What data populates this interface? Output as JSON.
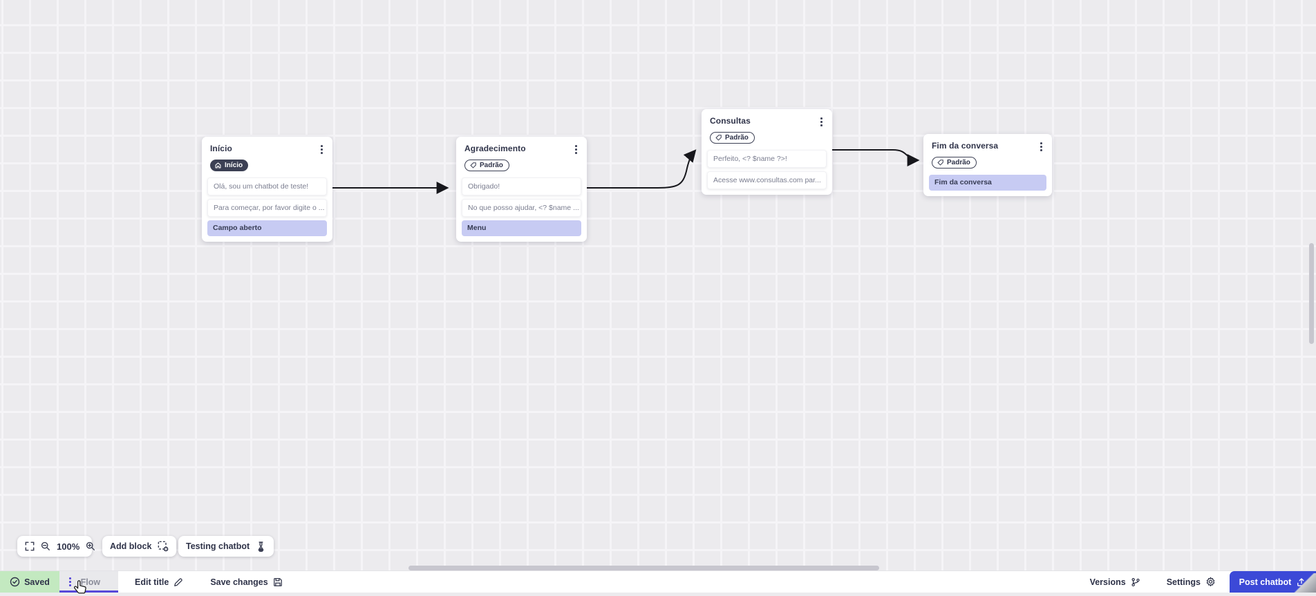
{
  "canvas": {
    "nodes": [
      {
        "title": "Início",
        "badge": "Início",
        "badge_type": "start",
        "rows": [
          {
            "type": "message",
            "text": "Olá, sou um chatbot de teste!"
          },
          {
            "type": "message",
            "text": "Para começar, por favor digite o ..."
          },
          {
            "type": "highlight",
            "text": "Campo aberto"
          }
        ]
      },
      {
        "title": "Agradecimento",
        "badge": "Padrão",
        "badge_type": "default",
        "rows": [
          {
            "type": "message",
            "text": "Obrigado!"
          },
          {
            "type": "message",
            "text": "No que posso ajudar, <? $name ..."
          },
          {
            "type": "highlight",
            "text": "Menu"
          }
        ]
      },
      {
        "title": "Consultas",
        "badge": "Padrão",
        "badge_type": "default",
        "rows": [
          {
            "type": "message",
            "text": "Perfeito, <? $name ?>!"
          },
          {
            "type": "message",
            "text": "Acesse www.consultas.com par..."
          }
        ]
      },
      {
        "title": "Fim da conversa",
        "badge": "Padrão",
        "badge_type": "default",
        "rows": [
          {
            "type": "highlight",
            "text": "Fim da conversa"
          }
        ]
      }
    ],
    "connections": [
      {
        "from": "Início",
        "to": "Agradecimento"
      },
      {
        "from": "Agradecimento",
        "to": "Consultas"
      },
      {
        "from": "Consultas",
        "to": "Fim da conversa"
      }
    ]
  },
  "toolbar": {
    "zoom_level": "100%",
    "add_block_label": "Add block",
    "testing_chatbot_label": "Testing chatbot"
  },
  "bottom_bar": {
    "saved_label": "Saved",
    "flow_tab_label": "Flow",
    "edit_title_label": "Edit title",
    "save_changes_label": "Save changes",
    "versions_label": "Versions",
    "settings_label": "Settings",
    "post_chatbot_label": "Post chatbot"
  },
  "icons": {
    "saved": "check-circle-icon",
    "flow_menu": "kebab-icon",
    "edit_title": "pencil-icon",
    "save_changes": "floppy-icon",
    "versions": "git-branch-icon",
    "settings": "gear-icon",
    "post_chatbot": "upload-icon",
    "zoom_fit": "fit-screen-icon",
    "zoom_out": "magnifier-minus-icon",
    "zoom_in": "magnifier-plus-icon",
    "add_block": "dashed-square-plus-icon",
    "testing": "flask-icon",
    "start_badge": "home-icon",
    "default_badge": "tag-icon"
  },
  "colors": {
    "accent_blue": "#3c49d7",
    "tab_purple": "#5748d9",
    "saved_green": "#c3e9c0",
    "highlight_row": "#c7cbf3",
    "badge_dark": "#3c4054",
    "canvas_bg": "#ecebee",
    "wire": "#17171c"
  }
}
